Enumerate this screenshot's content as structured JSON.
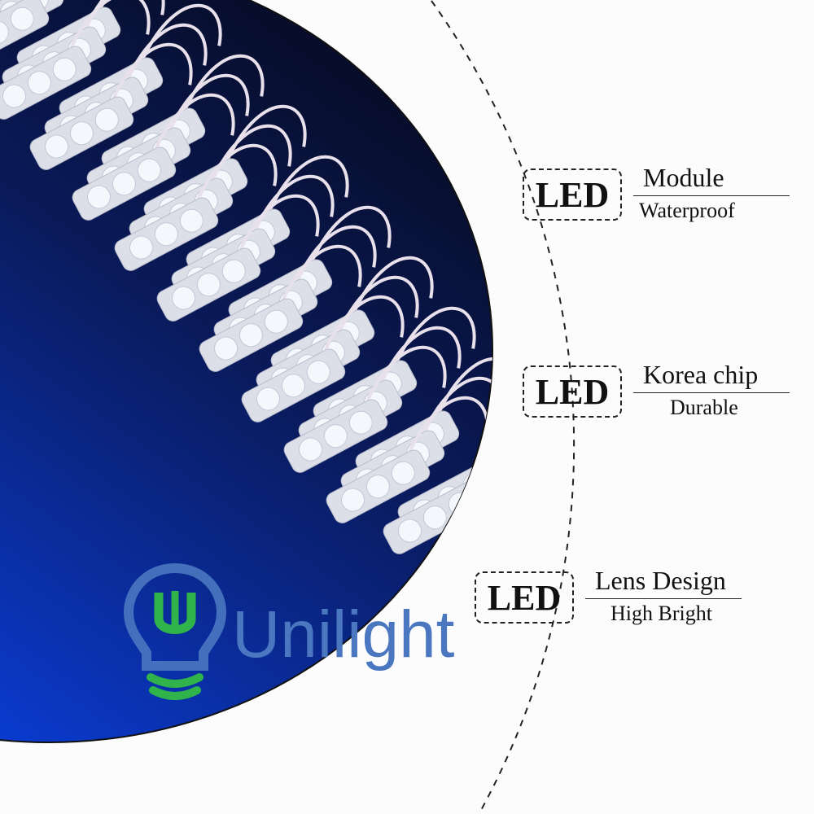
{
  "colors": {
    "circle_top": "#05060f",
    "circle_bottom": "#0a3fe0",
    "brand_blue": "#4a77c0",
    "brand_green": "#2fb34a"
  },
  "brand": {
    "name": "Unilight",
    "icon": "lightbulb-logo-icon"
  },
  "features": [
    {
      "badge": "LED",
      "title": "Module",
      "subtitle": "Waterproof"
    },
    {
      "badge": "LED",
      "title": "Korea chip",
      "subtitle": "Durable"
    },
    {
      "badge": "LED",
      "title": "Lens Design",
      "subtitle": "High Bright"
    }
  ]
}
